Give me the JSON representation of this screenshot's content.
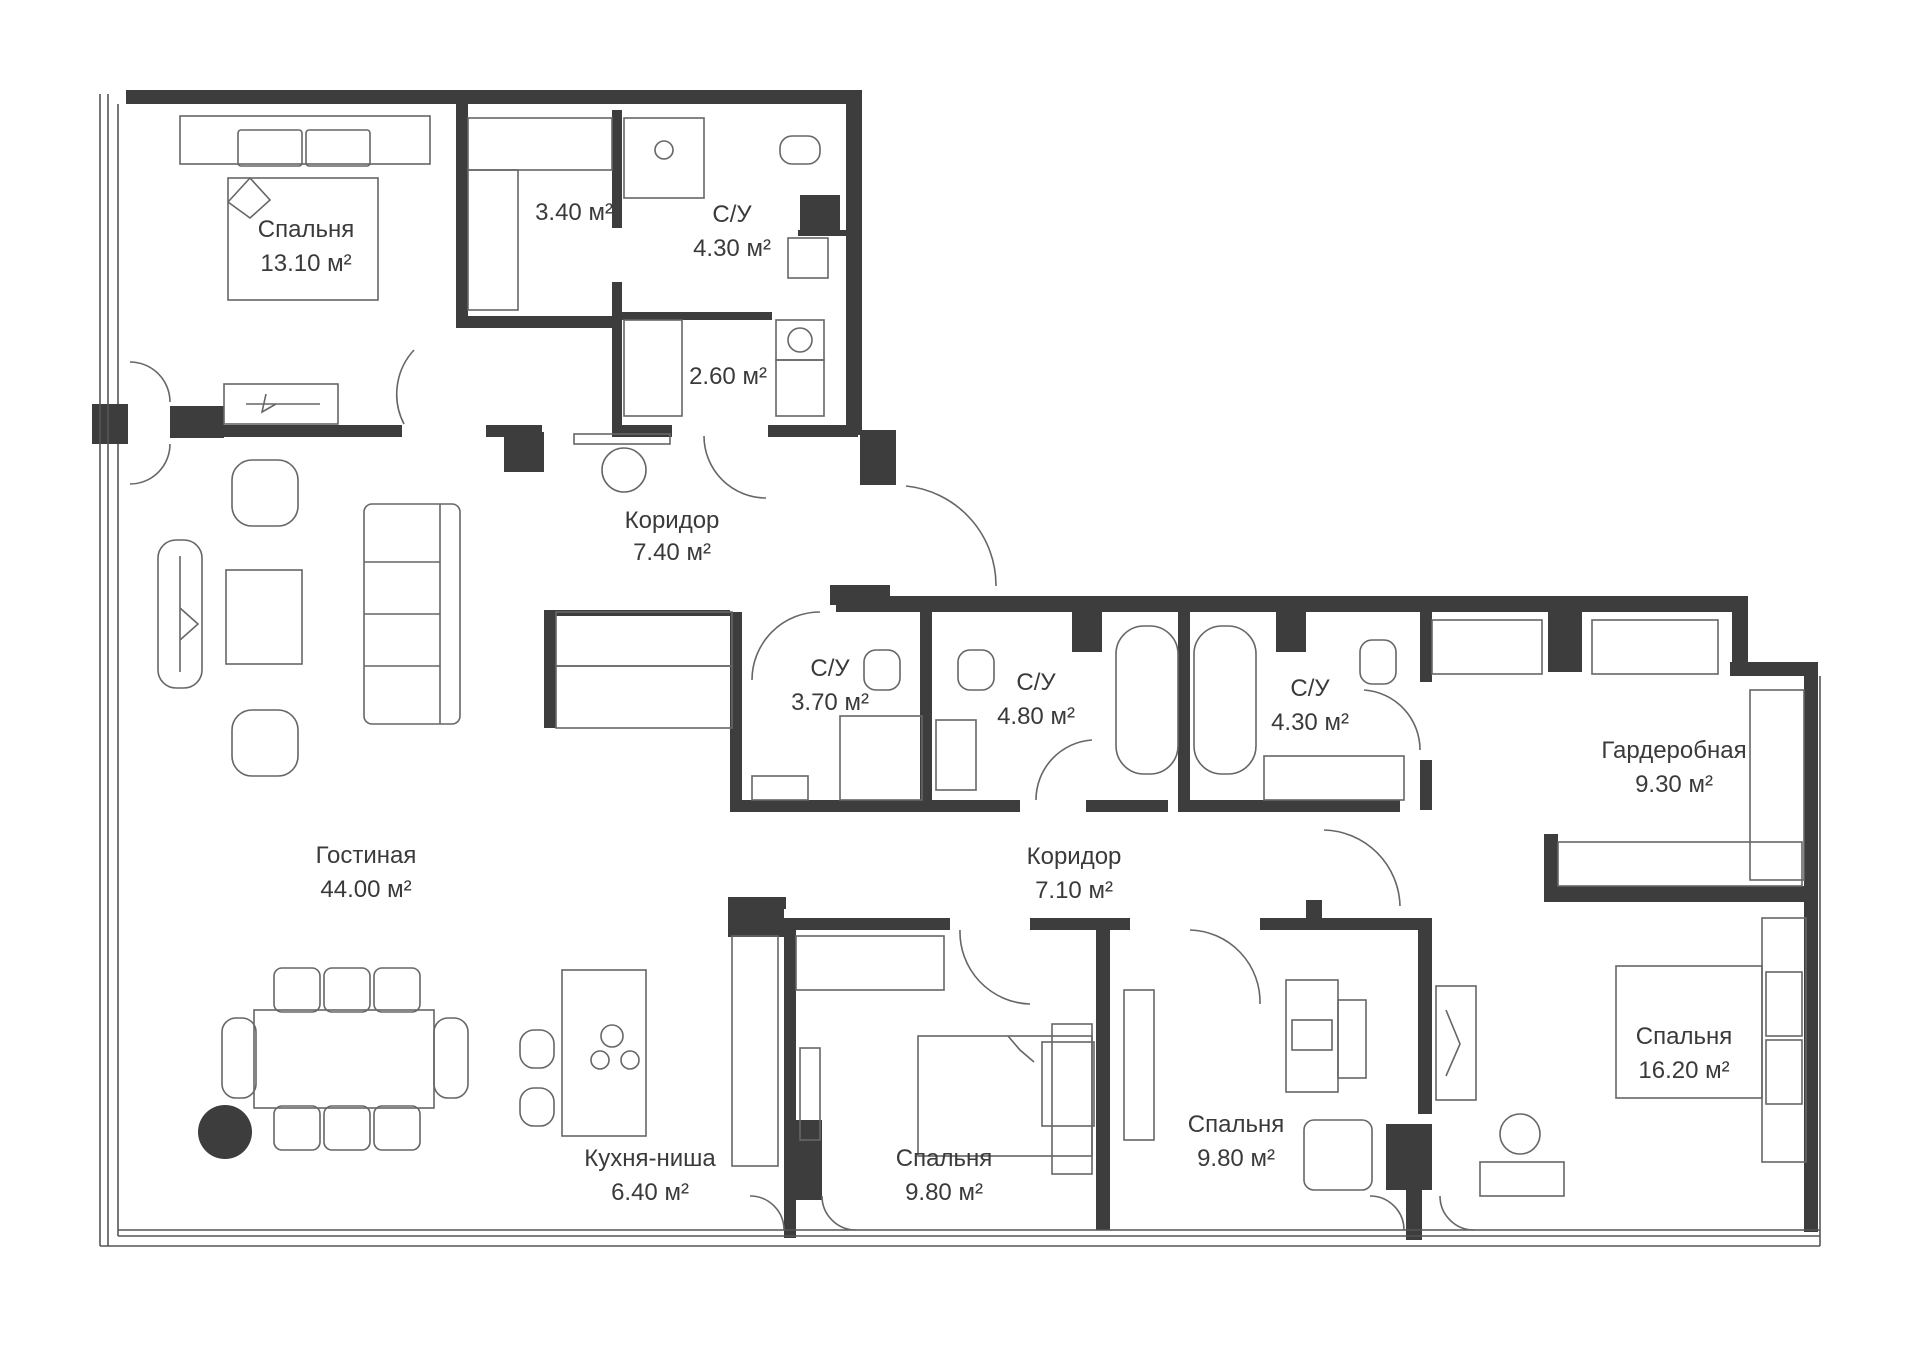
{
  "rooms": [
    {
      "name": "Спальня",
      "area": "13.10 м²"
    },
    {
      "name": "",
      "area": "3.40 м²"
    },
    {
      "name": "С/У",
      "area": "4.30 м²"
    },
    {
      "name": "",
      "area": "2.60 м²"
    },
    {
      "name": "Коридор",
      "area": "7.40 м²"
    },
    {
      "name": "С/У",
      "area": "3.70 м²"
    },
    {
      "name": "С/У",
      "area": "4.80 м²"
    },
    {
      "name": "С/У",
      "area": "4.30 м²"
    },
    {
      "name": "Гардеробная",
      "area": "9.30 м²"
    },
    {
      "name": "Коридор",
      "area": "7.10 м²"
    },
    {
      "name": "Гостиная",
      "area": "44.00 м²"
    },
    {
      "name": "Спальня",
      "area": "16.20 м²"
    },
    {
      "name": "Спальня",
      "area": "9.80 м²"
    },
    {
      "name": "Спальня",
      "area": "9.80 м²"
    },
    {
      "name": "Кухня-ниша",
      "area": "6.40 м²"
    }
  ],
  "colors": {
    "wall": "#3d3d3d",
    "line": "#555555"
  }
}
